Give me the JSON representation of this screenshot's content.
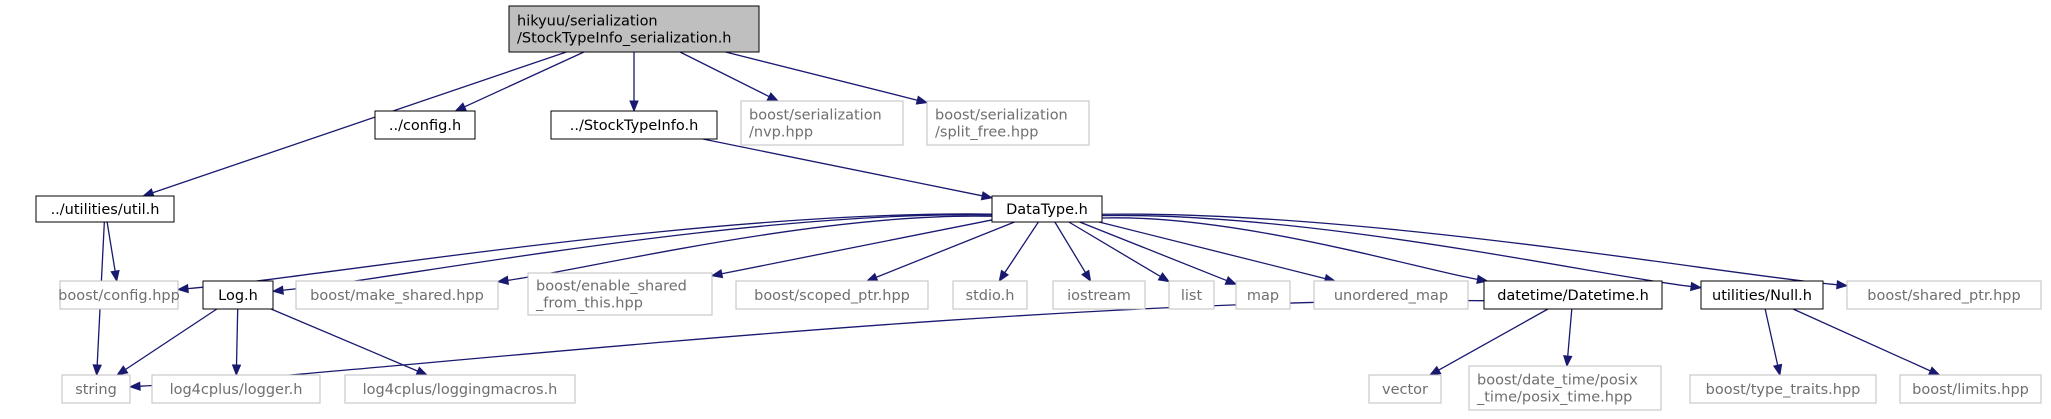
{
  "colors": {
    "edge": "#191970",
    "root_fill": "#bfbfbf",
    "known_border": "#000000",
    "external_border": "#bfbfbf",
    "external_text": "#6f6f6f"
  },
  "nodes": {
    "root": {
      "lines": [
        "hikyuu/serialization",
        "/StockTypeInfo_serialization.h"
      ],
      "kind": "root"
    },
    "config_h": {
      "lines": [
        "../config.h"
      ],
      "kind": "known"
    },
    "stocktypeinfo_h": {
      "lines": [
        "../StockTypeInfo.h"
      ],
      "kind": "known"
    },
    "nvp_hpp": {
      "lines": [
        "boost/serialization",
        "/nvp.hpp"
      ],
      "kind": "external"
    },
    "split_free_hpp": {
      "lines": [
        "boost/serialization",
        "/split_free.hpp"
      ],
      "kind": "external"
    },
    "util_h": {
      "lines": [
        "../utilities/util.h"
      ],
      "kind": "known"
    },
    "datatype_h": {
      "lines": [
        "DataType.h"
      ],
      "kind": "known"
    },
    "boost_config_hpp": {
      "lines": [
        "boost/config.hpp"
      ],
      "kind": "external"
    },
    "log_h": {
      "lines": [
        "Log.h"
      ],
      "kind": "known"
    },
    "make_shared_hpp": {
      "lines": [
        "boost/make_shared.hpp"
      ],
      "kind": "external"
    },
    "enable_shared_hpp": {
      "lines": [
        "boost/enable_shared",
        "_from_this.hpp"
      ],
      "kind": "external"
    },
    "scoped_ptr_hpp": {
      "lines": [
        "boost/scoped_ptr.hpp"
      ],
      "kind": "external"
    },
    "stdio_h": {
      "lines": [
        "stdio.h"
      ],
      "kind": "external"
    },
    "iostream": {
      "lines": [
        "iostream"
      ],
      "kind": "external"
    },
    "list": {
      "lines": [
        "list"
      ],
      "kind": "external"
    },
    "map": {
      "lines": [
        "map"
      ],
      "kind": "external"
    },
    "unordered_map": {
      "lines": [
        "unordered_map"
      ],
      "kind": "external"
    },
    "datetime_h": {
      "lines": [
        "datetime/Datetime.h"
      ],
      "kind": "known"
    },
    "null_h": {
      "lines": [
        "utilities/Null.h"
      ],
      "kind": "known"
    },
    "shared_ptr_hpp": {
      "lines": [
        "boost/shared_ptr.hpp"
      ],
      "kind": "external"
    },
    "string": {
      "lines": [
        "string"
      ],
      "kind": "external"
    },
    "logger_h": {
      "lines": [
        "log4cplus/logger.h"
      ],
      "kind": "external"
    },
    "loggingmacros_h": {
      "lines": [
        "log4cplus/loggingmacros.h"
      ],
      "kind": "external"
    },
    "vector": {
      "lines": [
        "vector"
      ],
      "kind": "external"
    },
    "posix_time_hpp": {
      "lines": [
        "boost/date_time/posix",
        "_time/posix_time.hpp"
      ],
      "kind": "external"
    },
    "type_traits_hpp": {
      "lines": [
        "boost/type_traits.hpp"
      ],
      "kind": "external"
    },
    "limits_hpp": {
      "lines": [
        "boost/limits.hpp"
      ],
      "kind": "external"
    }
  },
  "edges": [
    [
      "root",
      "config_h"
    ],
    [
      "root",
      "util_h"
    ],
    [
      "root",
      "stocktypeinfo_h"
    ],
    [
      "root",
      "nvp_hpp"
    ],
    [
      "root",
      "split_free_hpp"
    ],
    [
      "stocktypeinfo_h",
      "datatype_h"
    ],
    [
      "util_h",
      "boost_config_hpp"
    ],
    [
      "util_h",
      "string"
    ],
    [
      "datatype_h",
      "boost_config_hpp"
    ],
    [
      "datatype_h",
      "log_h"
    ],
    [
      "datatype_h",
      "make_shared_hpp"
    ],
    [
      "datatype_h",
      "enable_shared_hpp"
    ],
    [
      "datatype_h",
      "scoped_ptr_hpp"
    ],
    [
      "datatype_h",
      "stdio_h"
    ],
    [
      "datatype_h",
      "iostream"
    ],
    [
      "datatype_h",
      "list"
    ],
    [
      "datatype_h",
      "map"
    ],
    [
      "datatype_h",
      "unordered_map"
    ],
    [
      "datatype_h",
      "datetime_h"
    ],
    [
      "datatype_h",
      "null_h"
    ],
    [
      "datatype_h",
      "shared_ptr_hpp"
    ],
    [
      "log_h",
      "string"
    ],
    [
      "log_h",
      "logger_h"
    ],
    [
      "log_h",
      "loggingmacros_h"
    ],
    [
      "datetime_h",
      "string"
    ],
    [
      "datetime_h",
      "vector"
    ],
    [
      "datetime_h",
      "posix_time_hpp"
    ],
    [
      "null_h",
      "type_traits_hpp"
    ],
    [
      "null_h",
      "limits_hpp"
    ]
  ]
}
